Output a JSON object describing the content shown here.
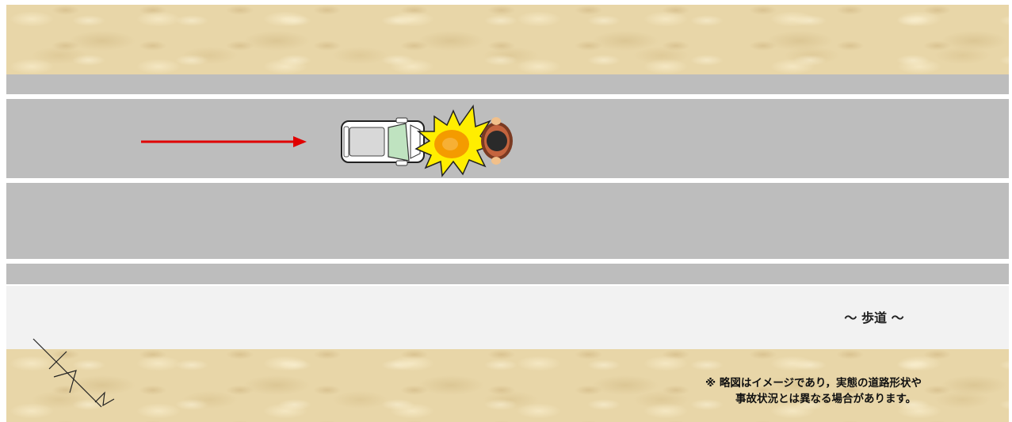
{
  "scene": {
    "sidewalk_label": "～ 歩道 ～",
    "note_line1": "※  略図はイメージであり，実態の道路形状や",
    "note_line2": "事故状況とは異なる場合があります。",
    "north_indicator": "N"
  },
  "icons": {
    "direction_arrow": "red-arrow-right-icon",
    "vehicle": "car-top-view-icon",
    "impact": "collision-burst-icon",
    "pedestrian": "pedestrian-top-view-icon",
    "compass": "north-arrow-icon"
  },
  "colors": {
    "arrow": "#e00000",
    "road": "#bdbdbd",
    "sidewalk": "#f2f2f2",
    "sand": "#e8d6a8",
    "burst_outer": "#ffee00",
    "burst_inner": "#f28c00",
    "car_window": "#bfe3c0",
    "pedestrian_head": "#2a2a2a",
    "pedestrian_body": "#7a3a22"
  }
}
